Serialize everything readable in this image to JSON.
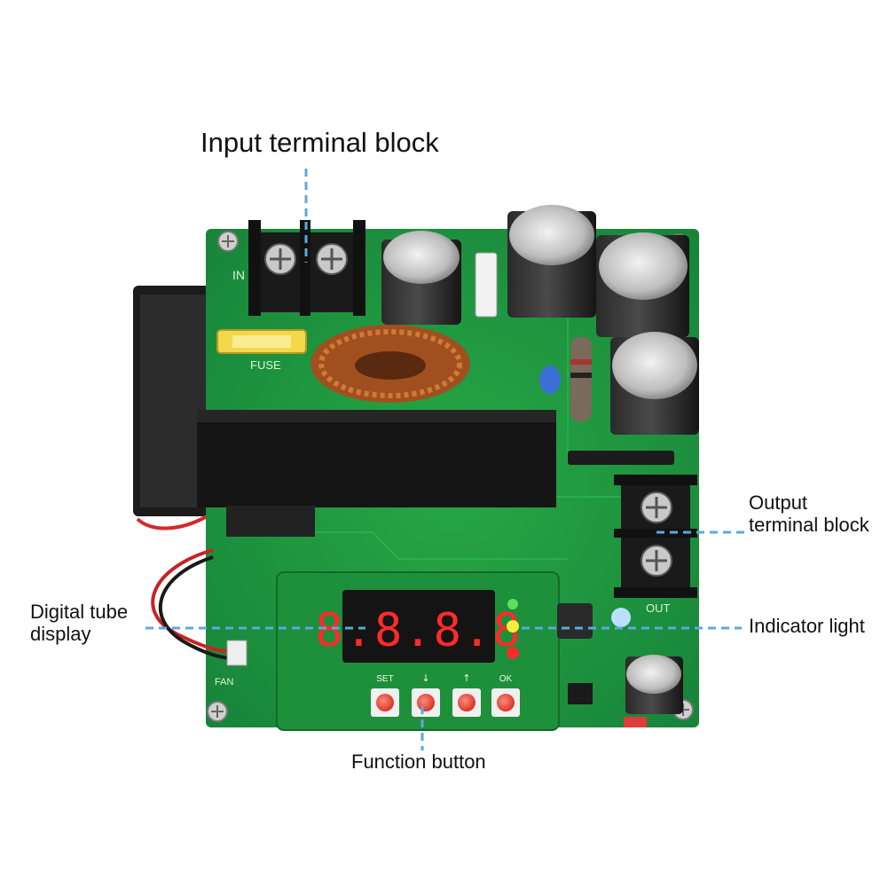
{
  "callouts": {
    "input": "Input terminal block",
    "output_line1": "Output",
    "output_line2": "terminal block",
    "digital_line1": "Digital tube",
    "digital_line2": "display",
    "indicator": "Indicator light",
    "function": "Function button"
  },
  "board": {
    "silkscreen_in": "IN",
    "silkscreen_fuse": "FUSE",
    "silkscreen_out": "OUT",
    "silkscreen_fan": "FAN",
    "display_digits": "8.8.8.8",
    "button_labels": [
      "SET",
      "↓",
      "↑",
      "OK"
    ]
  },
  "colors": {
    "pcb": "#1f9a3e",
    "leader": "#5aa9e0",
    "display": "#ff2a2a"
  }
}
